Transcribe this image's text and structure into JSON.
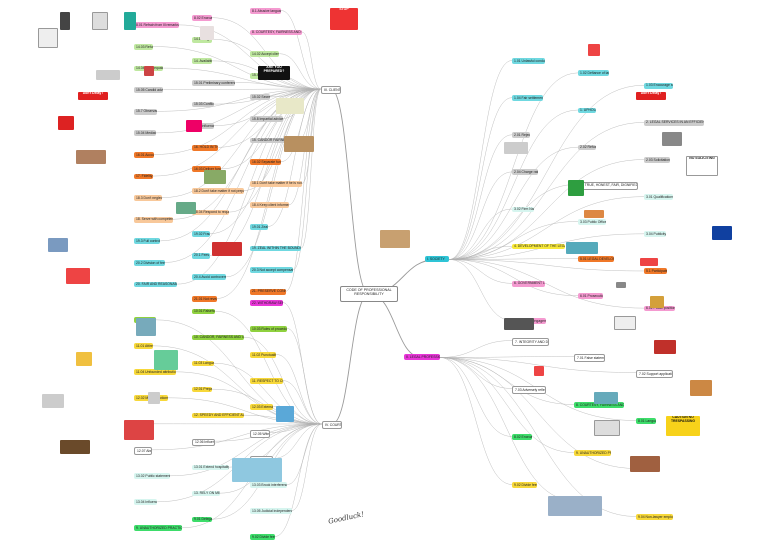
{
  "center": {
    "label": "CODE OF PROFESSIONAL RESPONSIBILITY"
  },
  "branches": [
    {
      "id": "clients",
      "label": "III. CLIENTS",
      "color": "#ffffff"
    },
    {
      "id": "courts",
      "label": "IV. COURTS",
      "color": "#ffffff"
    },
    {
      "id": "society",
      "label": "I. SOCIETY",
      "color": "#2ec4d6"
    },
    {
      "id": "profession",
      "label": "II. LEGAL PROFESSION",
      "color": "#e836d8"
    }
  ],
  "nodes": [
    {
      "b": "clients",
      "label": "8.1 Abusive language",
      "color": "#f49ad0"
    },
    {
      "b": "clients",
      "label": "8.02 Encroach",
      "color": "#f49ad0"
    },
    {
      "b": "clients",
      "label": "8.01 Refrain from Ill remarks",
      "color": "#f49ad0"
    },
    {
      "b": "clients",
      "label": "8. COURTESY, FAIRNESS AND CANDOR TO COLLEAGUES",
      "color": "#f49ad0"
    },
    {
      "b": "clients",
      "label": "14.1 Indigent",
      "color": "#bfe8a0"
    },
    {
      "b": "clients",
      "label": "14.03 Refuse",
      "color": "#bfe8a0"
    },
    {
      "b": "clients",
      "label": "14.02 Accept client",
      "color": "#bfe8a0"
    },
    {
      "b": "clients",
      "label": "14. Available",
      "color": "#bfe8a0"
    },
    {
      "b": "clients",
      "label": "14.04 Treat equally",
      "color": "#bfe8a0"
    },
    {
      "b": "clients",
      "label": "15.4 Arbitration",
      "color": "#bfe8a0"
    },
    {
      "b": "clients",
      "label": "15.01 Preliminary conference",
      "color": "#cccccc"
    },
    {
      "b": "clients",
      "label": "15.05 Candid advice",
      "color": "#cccccc"
    },
    {
      "b": "clients",
      "label": "15.02 Secrets",
      "color": "#cccccc"
    },
    {
      "b": "clients",
      "label": "15.03 Conflict",
      "color": "#cccccc"
    },
    {
      "b": "clients",
      "label": "15.7 Observance",
      "color": "#cccccc"
    },
    {
      "b": "clients",
      "label": "15.8 Impartial advice",
      "color": "#cccccc"
    },
    {
      "b": "clients",
      "label": "15.6 Influence",
      "color": "#cccccc"
    },
    {
      "b": "clients",
      "label": "15.04 Mediator",
      "color": "#cccccc"
    },
    {
      "b": "clients",
      "label": "15. CANDOR FAIRNESS AND LOYALTY",
      "color": "#cccccc"
    },
    {
      "b": "clients",
      "label": "16. HOLD IN TRUST",
      "color": "#f07828"
    },
    {
      "b": "clients",
      "label": "16.01 Account",
      "color": "#f07828"
    },
    {
      "b": "clients",
      "label": "16.02 Separate funds",
      "color": "#f07828"
    },
    {
      "b": "clients",
      "label": "16.03 Deliver funds",
      "color": "#f07828"
    },
    {
      "b": "clients",
      "label": "17. Fidelity",
      "color": "#f07828"
    },
    {
      "b": "clients",
      "label": "18.1 Don't take matter if he is not competent",
      "color": "#f8c89a"
    },
    {
      "b": "clients",
      "label": "18.2 Don't take matter if not prepared",
      "color": "#f8c89a"
    },
    {
      "b": "clients",
      "label": "18.3 Don't neglect",
      "color": "#f8c89a"
    },
    {
      "b": "clients",
      "label": "18.4 Keep client informed",
      "color": "#f8c89a"
    },
    {
      "b": "clients",
      "label": "18.04 Respond to request",
      "color": "#f8c89a"
    },
    {
      "b": "clients",
      "label": "18. Serve with competence",
      "color": "#f8c89a"
    },
    {
      "b": "clients",
      "label": "19.01 Zeal",
      "color": "#6fd8e0"
    },
    {
      "b": "clients",
      "label": "19.02 Fraud",
      "color": "#6fd8e0"
    },
    {
      "b": "clients",
      "label": "19.3 Full control",
      "color": "#6fd8e0"
    },
    {
      "b": "clients",
      "label": "19. ZEAL WITHIN THE BOUNDS OF LAW",
      "color": "#6fd8e0"
    },
    {
      "b": "clients",
      "label": "20.1 Fees",
      "color": "#6fd8e0"
    },
    {
      "b": "clients",
      "label": "20.2 Division of fee",
      "color": "#6fd8e0"
    },
    {
      "b": "clients",
      "label": "20.3 Not accept compensation",
      "color": "#6fd8e0"
    },
    {
      "b": "clients",
      "label": "20.4 Avoid controversy",
      "color": "#6fd8e0"
    },
    {
      "b": "clients",
      "label": "20. FAIR AND REASONABLE FEES",
      "color": "#6fd8e0"
    },
    {
      "b": "clients",
      "label": "21. PRESERVE CONFIDENCE",
      "color": "#f07828"
    },
    {
      "b": "clients",
      "label": "21.01 Not reveal",
      "color": "#f07828"
    },
    {
      "b": "courts",
      "label": "22. WITHDRAW SERVICES",
      "color": "#e836d8"
    },
    {
      "b": "courts",
      "label": "10.01 Falsehood",
      "color": "#8fd13f"
    },
    {
      "b": "courts",
      "label": "10.02 Misquote",
      "color": "#8fd13f"
    },
    {
      "b": "courts",
      "label": "10.03 Rules of procedure",
      "color": "#8fd13f"
    },
    {
      "b": "courts",
      "label": "10. CANDOR, FAIRNESS AND GOOD FAITH",
      "color": "#8fd13f"
    },
    {
      "b": "courts",
      "label": "11.01 Attire",
      "color": "#f7d83a"
    },
    {
      "b": "courts",
      "label": "11.02 Punctuality",
      "color": "#f7d83a"
    },
    {
      "b": "courts",
      "label": "11.03 Language",
      "color": "#f7d83a"
    },
    {
      "b": "courts",
      "label": "11.04 Unfounded attribution",
      "color": "#f7d83a"
    },
    {
      "b": "courts",
      "label": "11. RESPECT TO COURTS",
      "color": "#f7d83a"
    },
    {
      "b": "courts",
      "label": "12.01 Prepare",
      "color": "#f7d83a"
    },
    {
      "b": "courts",
      "label": "12.02 Multiple actions",
      "color": "#f7d83a"
    },
    {
      "b": "courts",
      "label": "12.03 Extension",
      "color": "#f7d83a"
    },
    {
      "b": "courts",
      "label": "12. SPEEDY AND EFFICIENT ADMINISTRATION",
      "color": "#f7d83a"
    },
    {
      "b": "courts",
      "label": "12.04 Delay",
      "color": "#ffffff"
    },
    {
      "b": "courts",
      "label": "12.05 Witness",
      "color": "#ffffff"
    },
    {
      "b": "courts",
      "label": "12.06 Influence",
      "color": "#ffffff"
    },
    {
      "b": "courts",
      "label": "12.07 Abuse",
      "color": "#ffffff"
    },
    {
      "b": "courts",
      "label": "12.08 Testimony",
      "color": "#ffffff"
    },
    {
      "b": "courts",
      "label": "13.01 Extend hospitality",
      "color": "#d6f5ef"
    },
    {
      "b": "courts",
      "label": "13.02 Public statements",
      "color": "#d6f5ef"
    },
    {
      "b": "courts",
      "label": "13.03 Brook interference",
      "color": "#d6f5ef"
    },
    {
      "b": "courts",
      "label": "13. RELY ON MERITS",
      "color": "#d6f5ef"
    },
    {
      "b": "courts",
      "label": "13.04 Influence",
      "color": "#d6f5ef"
    },
    {
      "b": "courts",
      "label": "13.05 Judicial independence",
      "color": "#d6f5ef"
    },
    {
      "b": "courts",
      "label": "9.01 Delegate",
      "color": "#3ddc6a"
    },
    {
      "b": "courts",
      "label": "9. UNAUTHORIZED PRACTICE OF LAW",
      "color": "#3ddc6a"
    },
    {
      "b": "courts",
      "label": "9.02 Divide fees",
      "color": "#3ddc6a"
    },
    {
      "b": "society",
      "label": "1.01 Unlawful conduct",
      "color": "#6fd8e0"
    },
    {
      "b": "society",
      "label": "1.02 Defiance of law",
      "color": "#6fd8e0"
    },
    {
      "b": "society",
      "label": "1.03 Encourage suit",
      "color": "#6fd8e0"
    },
    {
      "b": "society",
      "label": "1.04 Fair settlement",
      "color": "#6fd8e0"
    },
    {
      "b": "society",
      "label": "1. UPHOLD",
      "color": "#6fd8e0"
    },
    {
      "b": "society",
      "label": "2. LEGAL SERVICES IN AN EFFICIENT AND CONVENIENT MANNER",
      "color": "#cccccc"
    },
    {
      "b": "society",
      "label": "2.01 Reject",
      "color": "#cccccc"
    },
    {
      "b": "society",
      "label": "2.02 Refuse",
      "color": "#cccccc"
    },
    {
      "b": "society",
      "label": "2.03 Solicitation",
      "color": "#cccccc"
    },
    {
      "b": "society",
      "label": "2.04 Charge rates",
      "color": "#cccccc"
    },
    {
      "b": "society",
      "label": "3. TRUE, HONEST, FAIR, DIGNIFIED AND OBJECTIVE",
      "color": "#ffffff"
    },
    {
      "b": "society",
      "label": "3.01 Qualifications",
      "color": "#d6f5ef"
    },
    {
      "b": "society",
      "label": "3.02 Firm Name",
      "color": "#d6f5ef"
    },
    {
      "b": "society",
      "label": "3.03 Public Office",
      "color": "#d6f5ef"
    },
    {
      "b": "society",
      "label": "3.04 Publicity",
      "color": "#d6f5ef"
    },
    {
      "b": "society",
      "label": "4. DEVELOPMENT OF THE LEGAL SYSTEM",
      "color": "#f7e83a"
    },
    {
      "b": "society",
      "label": "5.01 LEGAL DEVELOPMENTS",
      "color": "#f07828"
    },
    {
      "b": "society",
      "label": "5.1 Participate",
      "color": "#f07828"
    },
    {
      "b": "society",
      "label": "6. GOVERNMENT LAWYERS",
      "color": "#f49ad0"
    },
    {
      "b": "society",
      "label": "6.01 Prosecution",
      "color": "#f49ad0"
    },
    {
      "b": "society",
      "label": "6.02 Public position",
      "color": "#f49ad0"
    },
    {
      "b": "society",
      "label": "6.03 Accept engagement",
      "color": "#f49ad0"
    },
    {
      "b": "profession",
      "label": "7. INTEGRITY AND DIGNITY",
      "color": "#ffffff"
    },
    {
      "b": "profession",
      "label": "7.01 False statement",
      "color": "#ffffff"
    },
    {
      "b": "profession",
      "label": "7.02 Support application",
      "color": "#ffffff"
    },
    {
      "b": "profession",
      "label": "7.03 Adversely reflect",
      "color": "#ffffff"
    },
    {
      "b": "profession",
      "label": "8. COURTESY, FAIRNESS AND CANDOR",
      "color": "#3ddc6a"
    },
    {
      "b": "profession",
      "label": "8.01 Language",
      "color": "#3ddc6a"
    },
    {
      "b": "profession",
      "label": "8.02 Encroach",
      "color": "#3ddc6a"
    },
    {
      "b": "profession",
      "label": "9. UNAUTHORIZED PRACTICE",
      "color": "#f7d83a"
    },
    {
      "b": "profession",
      "label": "9.01 Delegate",
      "color": "#f7d83a"
    },
    {
      "b": "profession",
      "label": "9.02 Divide fees",
      "color": "#f7d83a"
    },
    {
      "b": "profession",
      "label": "9.03 Fee sharing",
      "color": "#f7d83a"
    },
    {
      "b": "profession",
      "label": "9.04 Non-lawyer employee",
      "color": "#f7d83a"
    }
  ],
  "signature": "Goodluck!",
  "badges": {
    "stop": "STOP",
    "dont_delay": "Don't Delay !",
    "prepared": "ARE YOU PREPARED?",
    "no_soliciting": "NO SOLICITING",
    "caution": "CAUTION NO TRESPASSING"
  }
}
